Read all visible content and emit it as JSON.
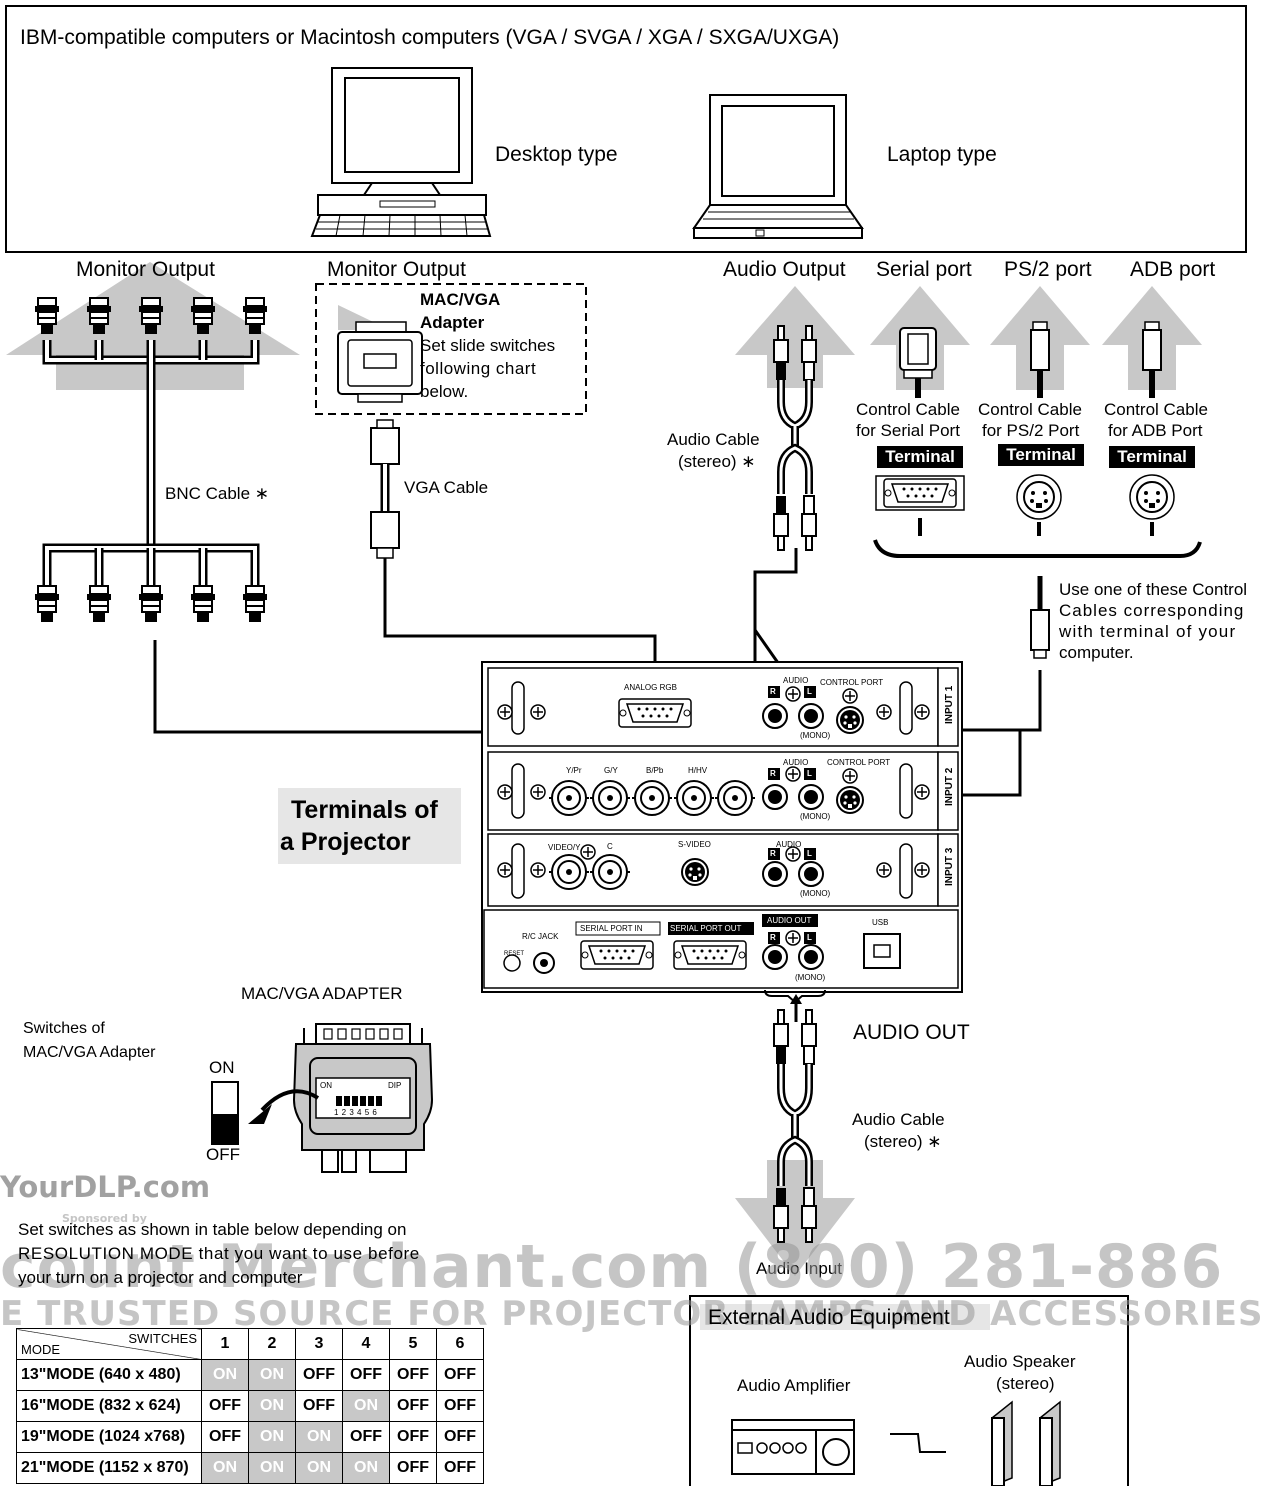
{
  "header": {
    "title": "IBM-compatible computers or Macintosh computers (VGA / SVGA / XGA / SXGA/UXGA)",
    "desktop_label": "Desktop type",
    "laptop_label": "Laptop type"
  },
  "ports": {
    "monitor_output_1": "Monitor Output",
    "monitor_output_2": "Monitor Output",
    "audio_output": "Audio Output",
    "serial_port": "Serial port",
    "ps2_port": "PS/2 port",
    "adb_port": "ADB port"
  },
  "adapter_note": {
    "title_line1": "MAC/VGA",
    "title_line2": "Adapter",
    "line3": "Set slide switches",
    "line4": "following     chart",
    "line5": "below."
  },
  "cables": {
    "bnc": "BNC Cable ∗",
    "vga": "VGA Cable",
    "audio_top_1": "Audio Cable",
    "audio_top_2": "(stereo) ∗",
    "ctrl_serial_1": "Control Cable",
    "ctrl_serial_2": "for Serial Port",
    "ctrl_ps2_1": "Control Cable",
    "ctrl_ps2_2": "for PS/2 Port",
    "ctrl_adb_1": "Control Cable",
    "ctrl_adb_2": "for ADB Port",
    "terminal": "Terminal",
    "use_one_1": "Use one of these Control",
    "use_one_2": "Cables corresponding",
    "use_one_3": "with terminal of your",
    "use_one_4": "computer.",
    "audio_out": "AUDIO OUT",
    "audio_bottom_1": "Audio Cable",
    "audio_bottom_2": "(stereo) ∗",
    "audio_input": "Audio Input"
  },
  "projector": {
    "caption_1": "Terminals of",
    "caption_2": "a Projector",
    "input1": "INPUT 1",
    "input2": "INPUT 2",
    "input3": "INPUT 3",
    "analog_rgb": "ANALOG RGB",
    "audio": "AUDIO",
    "control_port": "CONTROL PORT",
    "mono": "(MONO)",
    "r": "R",
    "l": "L",
    "y_pr": "Y/Pr",
    "g_y": "G/Y",
    "b_pb": "B/Pb",
    "h_hv": "H/HV",
    "video_y": "VIDEO/Y",
    "c": "C",
    "s_video": "S-VIDEO",
    "rc_jack": "R/C JACK",
    "reset": "RESET",
    "serial_in": "SERIAL PORT IN",
    "serial_out": "SERIAL PORT OUT",
    "audio_out": "AUDIO OUT",
    "usb": "USB"
  },
  "adapter_detail": {
    "title": "MAC/VGA ADAPTER",
    "switches_1": "Switches of",
    "switches_2": "MAC/VGA Adapter",
    "on": "ON",
    "off": "OFF",
    "dip_on": "ON",
    "dip": "DIP",
    "dip_nums": "1 2 3 4 5 6"
  },
  "instructions": {
    "line1": "Set switches as shown in table below depending on",
    "line2": "RESOLUTION MODE that you want to use before",
    "line3": "your turn on a projector and computer"
  },
  "switch_table": {
    "corner_mode": "MODE",
    "corner_switches": "SWITCHES",
    "columns": [
      "1",
      "2",
      "3",
      "4",
      "5",
      "6"
    ],
    "rows": [
      {
        "mode": "13\"MODE (640 x 480)",
        "values": [
          "ON",
          "ON",
          "OFF",
          "OFF",
          "OFF",
          "OFF"
        ]
      },
      {
        "mode": "16\"MODE (832 x 624)",
        "values": [
          "OFF",
          "ON",
          "OFF",
          "ON",
          "OFF",
          "OFF"
        ]
      },
      {
        "mode": "19\"MODE (1024 x768)",
        "values": [
          "OFF",
          "ON",
          "ON",
          "OFF",
          "OFF",
          "OFF"
        ]
      },
      {
        "mode": "21\"MODE (1152 x 870)",
        "values": [
          "ON",
          "ON",
          "ON",
          "ON",
          "OFF",
          "OFF"
        ]
      }
    ]
  },
  "external": {
    "title": "External Audio Equipment",
    "amplifier": "Audio Amplifier",
    "speaker_1": "Audio Speaker",
    "speaker_2": "(stereo)"
  },
  "watermarks": {
    "site": "YourDLP.com",
    "sponsored": "Sponsored by",
    "merchant": "count Merchant.com (800) 281-886",
    "tagline": "E TRUSTED SOURCE FOR PROJECTOR LAMPS AND ACCESSORIES"
  }
}
